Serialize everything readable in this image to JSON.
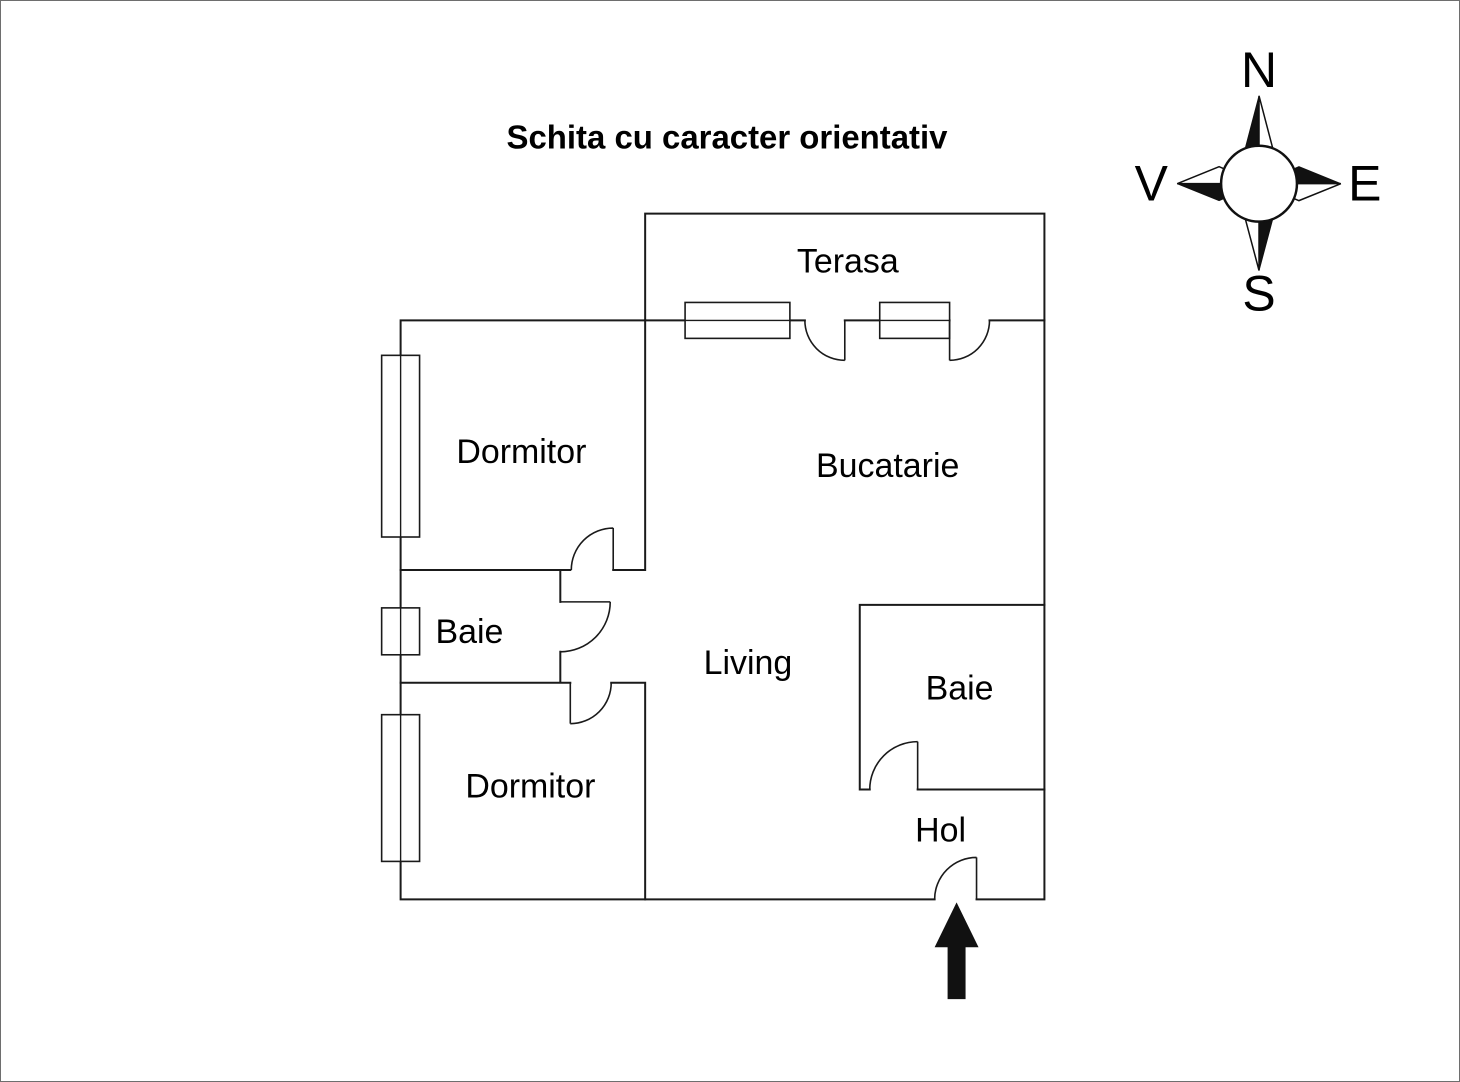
{
  "title": "Schita cu caracter orientativ",
  "compass": {
    "north": "N",
    "east": "E",
    "south": "S",
    "west": "V"
  },
  "rooms": {
    "terasa": "Terasa",
    "dormitor_top": "Dormitor",
    "bucatarie": "Bucatarie",
    "baie_left": "Baie",
    "living": "Living",
    "baie_right": "Baie",
    "dormitor_bottom": "Dormitor",
    "hol": "Hol"
  },
  "icons": {
    "entrance_arrow": "arrow-up",
    "compass": "compass-rose"
  },
  "colors": {
    "wall": "#1a1a1a",
    "background": "#ffffff",
    "arrow": "#111111"
  }
}
